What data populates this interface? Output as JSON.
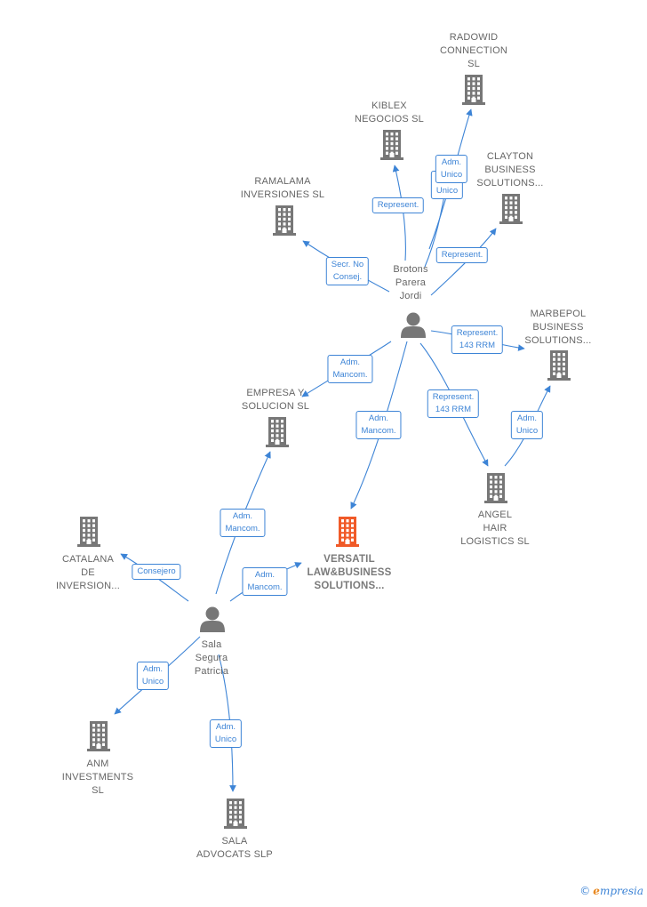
{
  "colors": {
    "edge": "#3d84d6",
    "building": "#777777",
    "building_main": "#f05a28",
    "person": "#777777"
  },
  "nodes": [
    {
      "id": "radowid",
      "type": "company",
      "label": "RADOWID\nCONNECTION\nSL"
    },
    {
      "id": "kiblex",
      "type": "company",
      "label": "KIBLEX\nNEGOCIOS SL"
    },
    {
      "id": "clayton",
      "type": "company",
      "label": "CLAYTON\nBUSINESS\nSOLUTIONS..."
    },
    {
      "id": "ramalama",
      "type": "company",
      "label": "RAMALAMA\nINVERSIONES SL"
    },
    {
      "id": "brotons",
      "type": "person",
      "label": "Brotons\nParera\nJordi"
    },
    {
      "id": "marbepol",
      "type": "company",
      "label": "MARBEPOL\nBUSINESS\nSOLUTIONS..."
    },
    {
      "id": "empresa",
      "type": "company",
      "label": "EMPRESA Y\nSOLUCION SL"
    },
    {
      "id": "angel",
      "type": "company",
      "label": "ANGEL\nHAIR\nLOGISTICS SL"
    },
    {
      "id": "catalana",
      "type": "company",
      "label": "CATALANA\nDE\nINVERSION..."
    },
    {
      "id": "versatil",
      "type": "company_main",
      "label": "VERSATIL\nLAW&BUSINESS\nSOLUTIONS..."
    },
    {
      "id": "sala",
      "type": "person",
      "label": "Sala\nSegura\nPatricia"
    },
    {
      "id": "anm",
      "type": "company",
      "label": "ANM\nINVESTMENTS\nSL"
    },
    {
      "id": "advocats",
      "type": "company",
      "label": "SALA\nADVOCATS SLP"
    }
  ],
  "edges": [
    {
      "from": "brotons",
      "to": "radowid",
      "label": "Adm.\nUnico"
    },
    {
      "from": "brotons",
      "to": "kiblex",
      "label": "Represent."
    },
    {
      "from": "brotons",
      "to": "kiblex",
      "label": "Adm.\nUnico"
    },
    {
      "from": "brotons",
      "to": "clayton",
      "label": "Represent."
    },
    {
      "from": "brotons",
      "to": "ramalama",
      "label": "Secr. No\nConsej."
    },
    {
      "from": "brotons",
      "to": "marbepol",
      "label": "Represent.\n143 RRM"
    },
    {
      "from": "brotons",
      "to": "empresa",
      "label": "Adm.\nMancom."
    },
    {
      "from": "brotons",
      "to": "versatil",
      "label": "Adm.\nMancom."
    },
    {
      "from": "brotons",
      "to": "angel",
      "label": "Represent.\n143 RRM"
    },
    {
      "from": "angel",
      "to": "marbepol",
      "label": "Adm.\nUnico"
    },
    {
      "from": "sala",
      "to": "empresa",
      "label": "Adm.\nMancom."
    },
    {
      "from": "sala",
      "to": "catalana",
      "label": "Consejero"
    },
    {
      "from": "sala",
      "to": "versatil",
      "label": "Adm.\nMancom."
    },
    {
      "from": "sala",
      "to": "anm",
      "label": "Adm.\nUnico"
    },
    {
      "from": "sala",
      "to": "advocats",
      "label": "Adm.\nUnico"
    }
  ],
  "footer": {
    "copyright_symbol": "©",
    "brand_initial": "e",
    "brand_rest": "mpresia"
  }
}
